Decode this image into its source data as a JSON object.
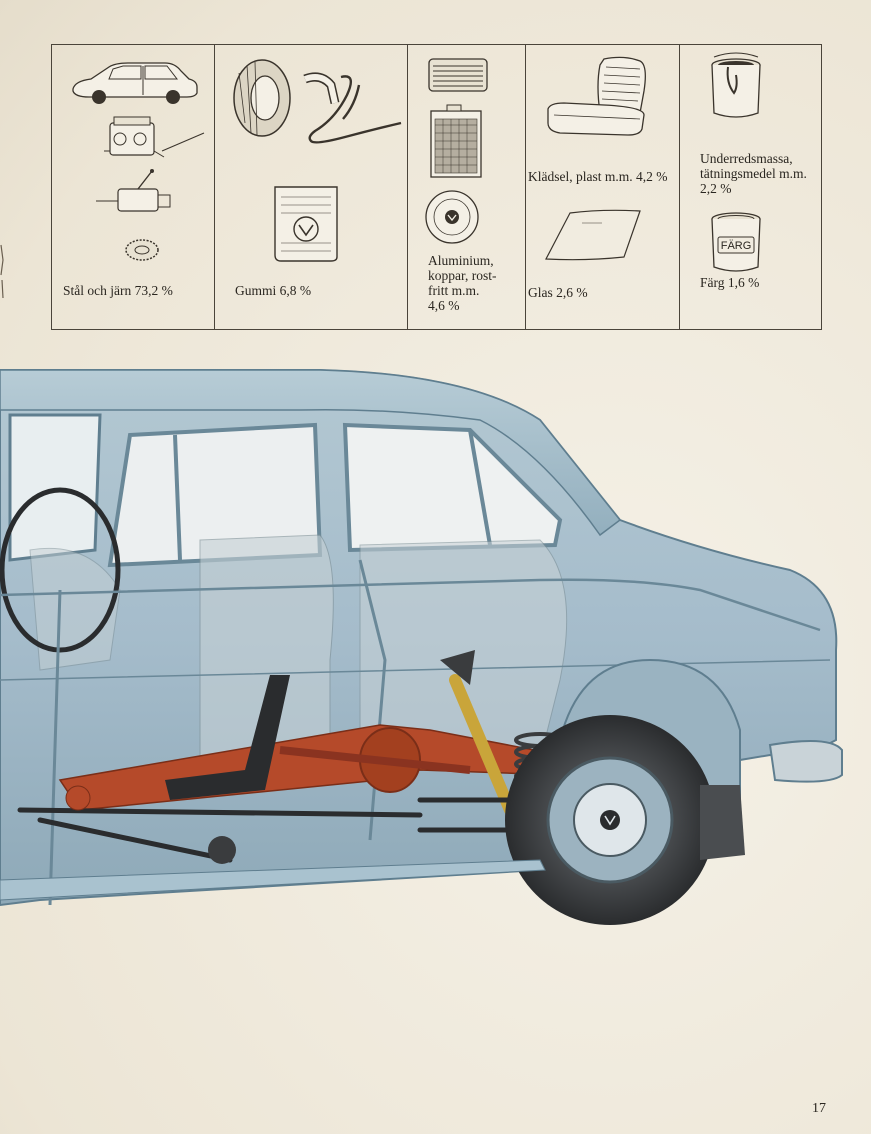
{
  "materials": [
    {
      "name": "steel",
      "label": "Stål och järn 73,2 %"
    },
    {
      "name": "rubber",
      "label": "Gummi 6,8 %"
    },
    {
      "name": "aluminium",
      "label": "Aluminium,\nkoppar, rost-\nfritt m.m.\n4,6 %"
    },
    {
      "name": "upholstery",
      "label": "Klädsel, plast m.m. 4,2 %"
    },
    {
      "name": "glass",
      "label": "Glas 2,6 %"
    },
    {
      "name": "underseal",
      "label": "Underredsmassa,\ntätningsmedel m.m.\n2,2 %"
    },
    {
      "name": "paint",
      "label": "Färg 1,6 %"
    }
  ],
  "paint_can_text": "FÄRG",
  "page_number": "17",
  "colors": {
    "paper": "#f1ece0",
    "car_body": "#a9c2cf",
    "car_body_dark": "#7f9dad",
    "frame": "#b54a2a",
    "shock": "#c9a53a",
    "tire": "#3a3c3e",
    "ink": "#2a2620"
  }
}
